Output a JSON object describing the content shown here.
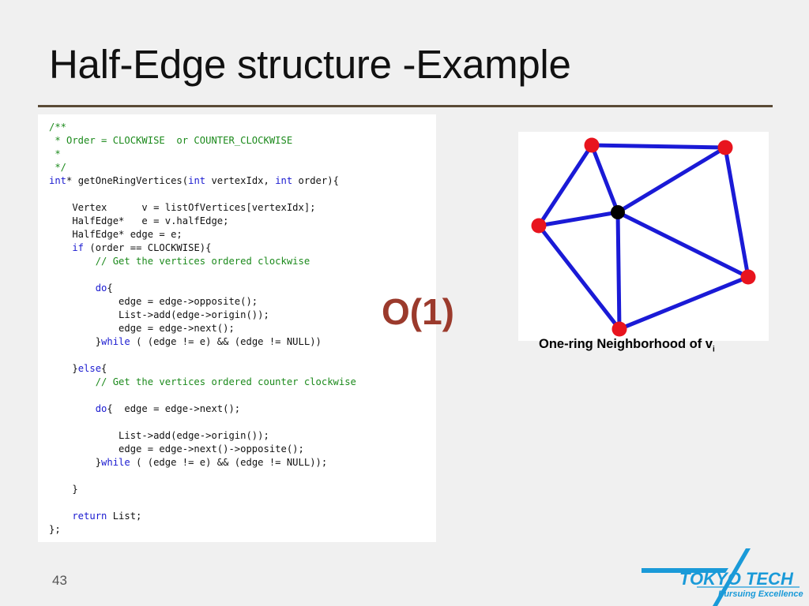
{
  "slide": {
    "title": "Half-Edge structure -Example",
    "complexity_label": "O(1)",
    "page_number": "43"
  },
  "code": {
    "lines": [
      [
        {
          "c": "cm",
          "t": "/**"
        }
      ],
      [
        {
          "c": "cm",
          "t": " * Order = CLOCKWISE  or COUNTER_CLOCKWISE"
        }
      ],
      [
        {
          "c": "cm",
          "t": " *"
        }
      ],
      [
        {
          "c": "cm",
          "t": " */"
        }
      ],
      [
        {
          "c": "kw",
          "t": "int"
        },
        {
          "c": "",
          "t": "* getOneRingVertices("
        },
        {
          "c": "kw",
          "t": "int"
        },
        {
          "c": "",
          "t": " vertexIdx, "
        },
        {
          "c": "kw",
          "t": "int"
        },
        {
          "c": "",
          "t": " order){"
        }
      ],
      [
        {
          "c": "",
          "t": ""
        }
      ],
      [
        {
          "c": "",
          "t": "    Vertex      v = listOfVertices[vertexIdx];"
        }
      ],
      [
        {
          "c": "",
          "t": "    HalfEdge*   e = v.halfEdge;"
        }
      ],
      [
        {
          "c": "",
          "t": "    HalfEdge* edge = e;"
        }
      ],
      [
        {
          "c": "kw",
          "t": "    if"
        },
        {
          "c": "",
          "t": " (order == CLOCKWISE){"
        }
      ],
      [
        {
          "c": "cm",
          "t": "        // Get the vertices ordered clockwise"
        }
      ],
      [
        {
          "c": "",
          "t": ""
        }
      ],
      [
        {
          "c": "kw",
          "t": "        do"
        },
        {
          "c": "",
          "t": "{"
        }
      ],
      [
        {
          "c": "",
          "t": "            edge = edge->opposite();"
        }
      ],
      [
        {
          "c": "",
          "t": "            List->add(edge->origin());"
        }
      ],
      [
        {
          "c": "",
          "t": "            edge = edge->next();"
        }
      ],
      [
        {
          "c": "",
          "t": "        }"
        },
        {
          "c": "kw",
          "t": "while"
        },
        {
          "c": "",
          "t": " ( (edge != e) && (edge != NULL))"
        }
      ],
      [
        {
          "c": "",
          "t": ""
        }
      ],
      [
        {
          "c": "",
          "t": "    }"
        },
        {
          "c": "kw",
          "t": "else"
        },
        {
          "c": "",
          "t": "{"
        }
      ],
      [
        {
          "c": "cm",
          "t": "        // Get the vertices ordered counter clockwise"
        }
      ],
      [
        {
          "c": "",
          "t": ""
        }
      ],
      [
        {
          "c": "kw",
          "t": "        do"
        },
        {
          "c": "",
          "t": "{  edge = edge->next();"
        }
      ],
      [
        {
          "c": "",
          "t": ""
        }
      ],
      [
        {
          "c": "",
          "t": "            List->add(edge->origin());"
        }
      ],
      [
        {
          "c": "",
          "t": "            edge = edge->next()->opposite();"
        }
      ],
      [
        {
          "c": "",
          "t": "        }"
        },
        {
          "c": "kw",
          "t": "while"
        },
        {
          "c": "",
          "t": " ( (edge != e) && (edge != NULL));"
        }
      ],
      [
        {
          "c": "",
          "t": ""
        }
      ],
      [
        {
          "c": "",
          "t": "    }"
        }
      ],
      [
        {
          "c": "",
          "t": ""
        }
      ],
      [
        {
          "c": "kw",
          "t": "    return"
        },
        {
          "c": "",
          "t": " List;"
        }
      ],
      [
        {
          "c": "",
          "t": "};"
        }
      ]
    ]
  },
  "graph": {
    "caption_main": "One-ring Neighborhood of v",
    "caption_sub": "i",
    "colors": {
      "edge": "#1a1ad6",
      "outer_vertex": "#e8141e",
      "center_vertex": "#000000"
    }
  },
  "logo": {
    "name": "TOKYO TECH",
    "tagline": "Pursuing Excellence",
    "color": "#1a9ad8"
  }
}
